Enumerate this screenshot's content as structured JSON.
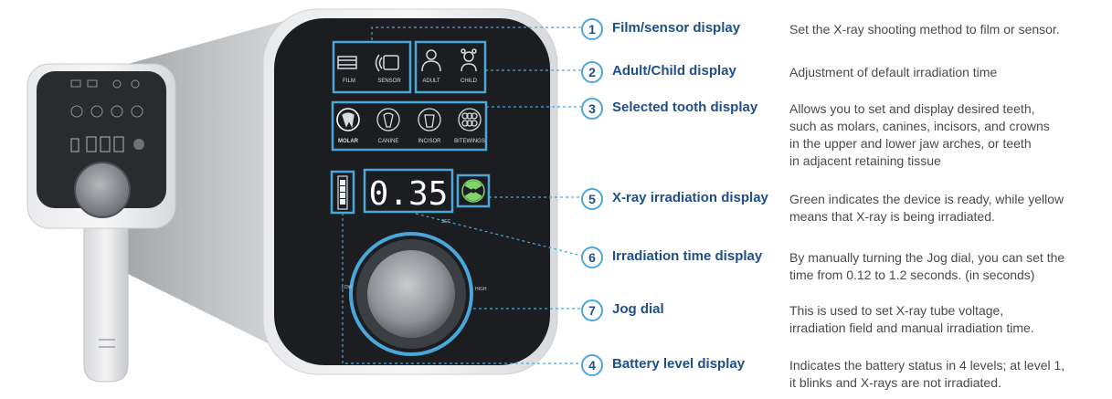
{
  "panel": {
    "film": "FILM",
    "sensor": "SENSOR",
    "adult": "ADULT",
    "child": "CHILD",
    "molar": "MOLAR",
    "canine": "CANINE",
    "incisor": "INCISOR",
    "bitewings": "BITEWINGS",
    "time": "0.35",
    "sec": "SEC",
    "low": "LOW",
    "high": "HIGH"
  },
  "callouts": [
    {
      "number": "1",
      "title": "Film/sensor display",
      "lines": [
        "Set the X-ray shooting method to film or sensor."
      ]
    },
    {
      "number": "2",
      "title": "Adult/Child display",
      "lines": [
        "Adjustment of default irradiation time"
      ]
    },
    {
      "number": "3",
      "title": "Selected tooth display",
      "lines": [
        "Allows you to set and display desired teeth,",
        "such as molars, canines, incisors, and crowns",
        "in the upper and lower jaw arches, or teeth",
        "in adjacent retaining tissue"
      ]
    },
    {
      "number": "5",
      "title": "X-ray irradiation display",
      "lines": [
        "Green indicates the device is ready, while yellow",
        "means that X-ray is being irradiated."
      ]
    },
    {
      "number": "6",
      "title": "Irradiation time display",
      "lines": [
        "By manually turning the Jog dial, you can set the",
        "time from 0.12 to 1.2 seconds. (in seconds)"
      ]
    },
    {
      "number": "7",
      "title": "Jog dial",
      "lines": [
        "This is used to set X-ray tube voltage,",
        "irradiation field and manual irradiation time."
      ]
    },
    {
      "number": "4",
      "title": "Battery level display",
      "lines": [
        "Indicates the battery status in 4 levels; at level 1,",
        "it blinks and X-rays are not irradiated."
      ]
    }
  ],
  "colors": {
    "accent": "#4aa7d9",
    "title": "#1f4f86",
    "text": "#4a4a4a",
    "panel": "#1c1d20",
    "ready_green": "#7fd46a"
  }
}
